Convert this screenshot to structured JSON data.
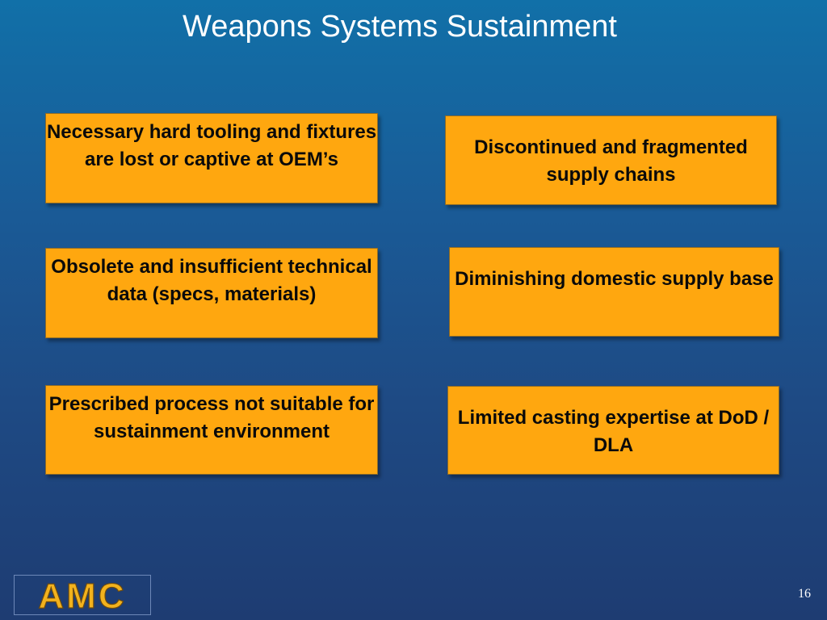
{
  "slide": {
    "title": "Weapons Systems Sustainment",
    "boxes": [
      "Necessary hard tooling and fixtures are lost or captive at OEM’s",
      "Discontinued and fragmented supply chains",
      "Obsolete and insufficient technical data (specs, materials)",
      "Diminishing domestic supply base",
      "Prescribed process not suitable for sustainment environment",
      "Limited casting expertise at DoD / DLA"
    ],
    "logo_text": "AMC",
    "page_number": "16"
  },
  "colors": {
    "background_top": "#1170a8",
    "background_bottom": "#1e3c72",
    "box_fill": "#ffa70f",
    "logo_gold": "#f2b21d"
  },
  "icons": {
    "logo": "amc-logo"
  }
}
